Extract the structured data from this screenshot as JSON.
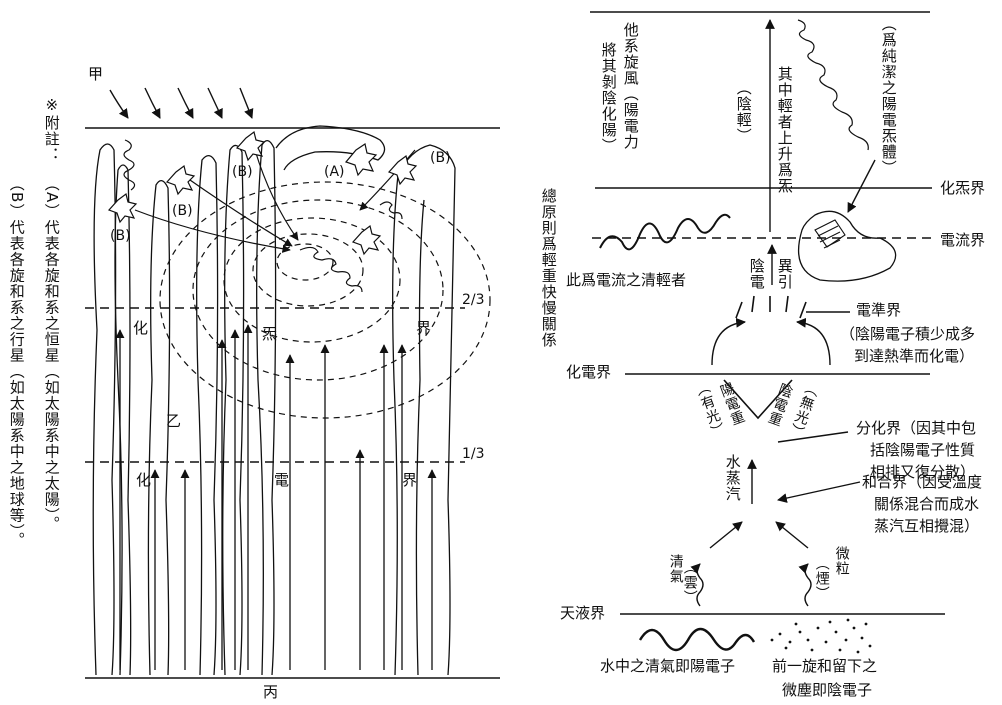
{
  "left": {
    "label_jia": "甲",
    "label_bing": "丙",
    "label_yi": "乙",
    "zone_upper": [
      "化",
      "炁",
      "界"
    ],
    "zone_lower": [
      "化",
      "電",
      "界"
    ],
    "frac_two_thirds": "2/3",
    "frac_one_third": "1/3",
    "marker_A": "(A)",
    "marker_B": "(B)",
    "note_heading": "※附註：",
    "note_A": "（A）代表各旋和系之恒星（如太陽系中之太陽）。",
    "note_B": "（B）代表各旋和系之行星（如太陽系中之地球等）。"
  },
  "right": {
    "left_vertical_1": "他系旋風（陽電力",
    "left_vertical_2": "將其剝陰化陽）",
    "yin_light_vertical": "（陰輕）",
    "rise_vertical": "其中輕者上升爲炁",
    "pure_yang_vertical": "（爲純潔之陽電炁體）",
    "principle_vertical": "總原則爲輕重快慢關係",
    "yin_elec_vertical": "陰電",
    "attract_vertical": "異引",
    "qi_zone": "化炁界",
    "current_zone": "電流界",
    "current_note": "此爲電流之清輕者",
    "elec_std_zone": "電準界",
    "elec_std_note_1": "（陰陽電子積少成多",
    "elec_std_note_2": "到達熱準而化電）",
    "elec_zone": "化電界",
    "yang_heavy_vertical": "陽電重",
    "yang_light_vertical": "（有光）",
    "yin_heavy_vertical": "陰電重",
    "yin_noglow_vertical": "（無光）",
    "split_zone_1": "分化界（因其中包",
    "split_zone_2": "括陰陽電子性質",
    "split_zone_3": "相排又復分散）",
    "steam_vertical": "水蒸汽",
    "merge_zone_1": "和合界（因受溫度",
    "merge_zone_2": "關係混合而成水",
    "merge_zone_3": "蒸汽互相攪混）",
    "clear_qi_vertical": "清氣",
    "cloud_vertical": "（雲）",
    "particles_vertical": "微粒",
    "smoke_vertical": "（煙）",
    "liquid_zone": "天液界",
    "water_note": "水中之清氣即陽電子",
    "dust_note_1": "前一旋和留下之",
    "dust_note_2": "微塵即陰電子"
  }
}
